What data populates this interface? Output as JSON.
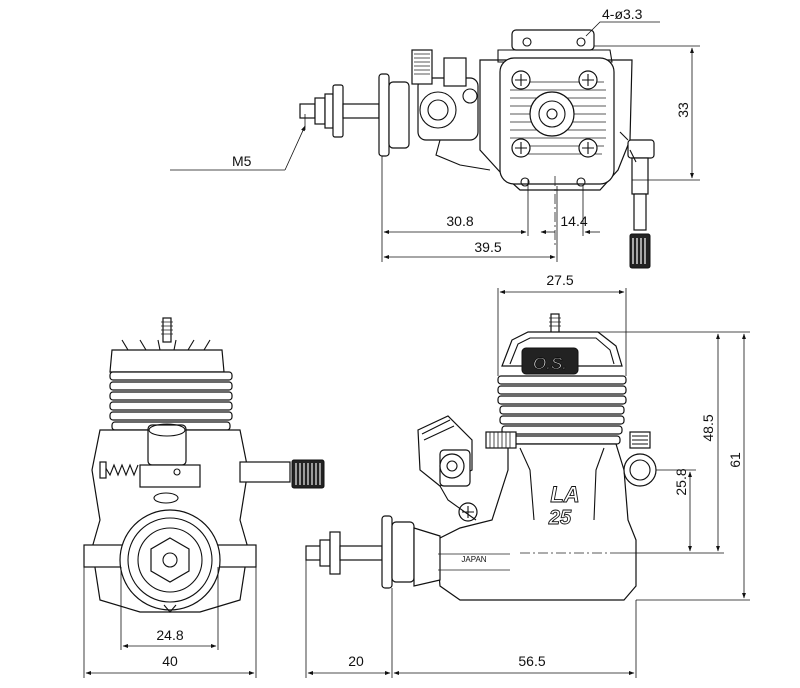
{
  "dimensions": {
    "holes": "4-ø3.3",
    "thread": "M5",
    "top_height": "33",
    "top_width_1": "30.8",
    "top_width_2": "14.4",
    "top_width_3": "39.5",
    "head_width": "27.5",
    "height_1": "48.5",
    "height_2": "61",
    "height_3": "25.8",
    "mount_width": "24.8",
    "front_width": "40",
    "prop_offset": "20",
    "side_length": "56.5"
  },
  "labels": {
    "logo": "O.S.",
    "model_line1": "LA",
    "model_line2": "25",
    "country": "JAPAN"
  }
}
